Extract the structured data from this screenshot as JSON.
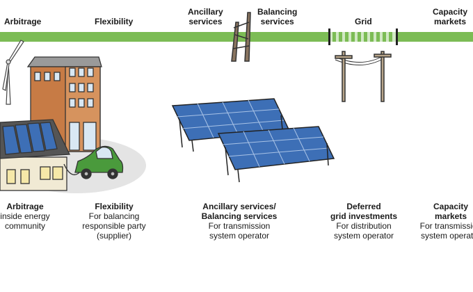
{
  "top_labels": {
    "arbitrage": "Arbitrage",
    "flexibility": "Flexibility",
    "ancillary": "Ancillary\nservices",
    "balancing": "Balancing\nservices",
    "grid": "Grid",
    "capacity": "Capacity\nmarkets"
  },
  "bottom_blocks": {
    "arbitrage": {
      "title": "Arbitrage",
      "desc": "inside energy\ncommunity"
    },
    "flexibility": {
      "title": "Flexibility",
      "desc": "For balancing\nresponsible party\n(supplier)"
    },
    "ancillary": {
      "title": "Ancillary services/\nBalancing services",
      "desc": "For transmission\nsystem operator"
    },
    "deferred": {
      "title": "Deferred\ngrid investments",
      "desc": "For distribution\nsystem operator"
    },
    "capacity": {
      "title": "Capacity\nmarkets",
      "desc": "For transmission\nsystem operator"
    }
  },
  "colors": {
    "bar": "#7cbc55",
    "panel": "#3d6fb6",
    "brick": "#c77b45",
    "car": "#4a9a3c",
    "ground": "#e4e4e4",
    "house_wall": "#f1ead4"
  }
}
